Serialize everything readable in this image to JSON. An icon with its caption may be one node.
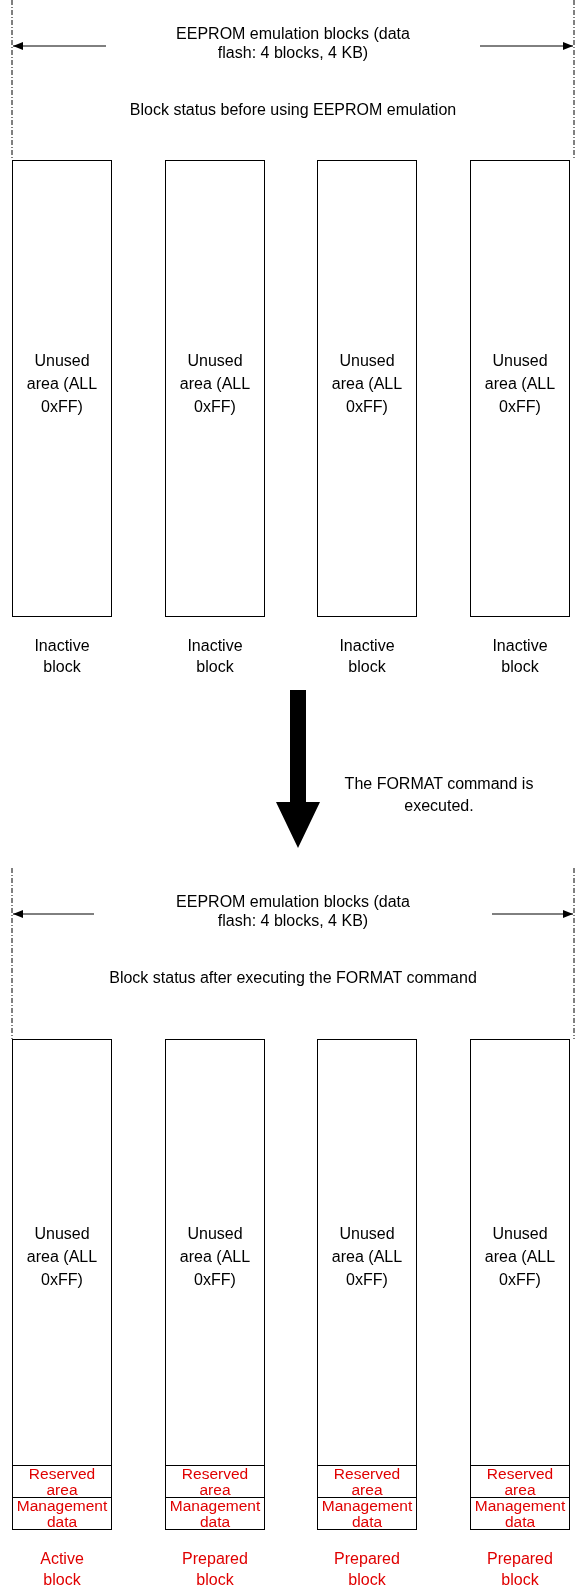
{
  "diagram": {
    "nodes": [
      {
        "text": [
          "Unused area (ALL 0xFF)"
        ],
        "beside": [
          "Inactive block"
        ]
      },
      {
        "text": [
          "Unused area (ALL 0xFF)"
        ],
        "beside": [
          "Inactive block"
        ]
      },
      {
        "text": [
          "Unused area (ALL 0xFF)"
        ],
        "beside": [
          "Inactive block"
        ]
      },
      {
        "text": [
          "Unused area (ALL 0xFF)"
        ],
        "beside": [
          "Inactive block"
        ]
      },
      {
        "text": [
          "Unused area (ALL 0xFF)"
        ],
        "beside": [
          "Active block"
        ]
      },
      {
        "text": [
          "Reserved area"
        ],
        "in": 4
      },
      {
        "text": [
          "Management data"
        ],
        "in": 4
      },
      {
        "text": [
          "Unused area (ALL 0xFF)"
        ],
        "beside": [
          "Prepared block"
        ]
      },
      {
        "text": [
          "Reserved area"
        ],
        "in": 7
      },
      {
        "text": [
          "Management data"
        ],
        "in": 7
      },
      {
        "text": [
          "Unused area (ALL 0xFF)"
        ],
        "beside": [
          "Prepared block"
        ]
      },
      {
        "text": [
          "Reserved area"
        ],
        "in": 10
      },
      {
        "text": [
          "Management data"
        ],
        "in": 10
      },
      {
        "text": [
          "Unused area (ALL 0xFF)"
        ],
        "beside": [
          "Prepared block"
        ]
      },
      {
        "text": [
          "Reserved area"
        ],
        "in": 13
      },
      {
        "text": [
          "Management data"
        ],
        "in": 13
      }
    ],
    "labels": [
      "EEPROM emulation blocks (data flash: 4 blocks, 4 KB)",
      "Block status before using EEPROM emulation",
      "The FORMAT command is executed.",
      "EEPROM emulation blocks (data flash: 4 blocks, 4 KB)",
      "Block status after executing the FORMAT command"
    ]
  }
}
